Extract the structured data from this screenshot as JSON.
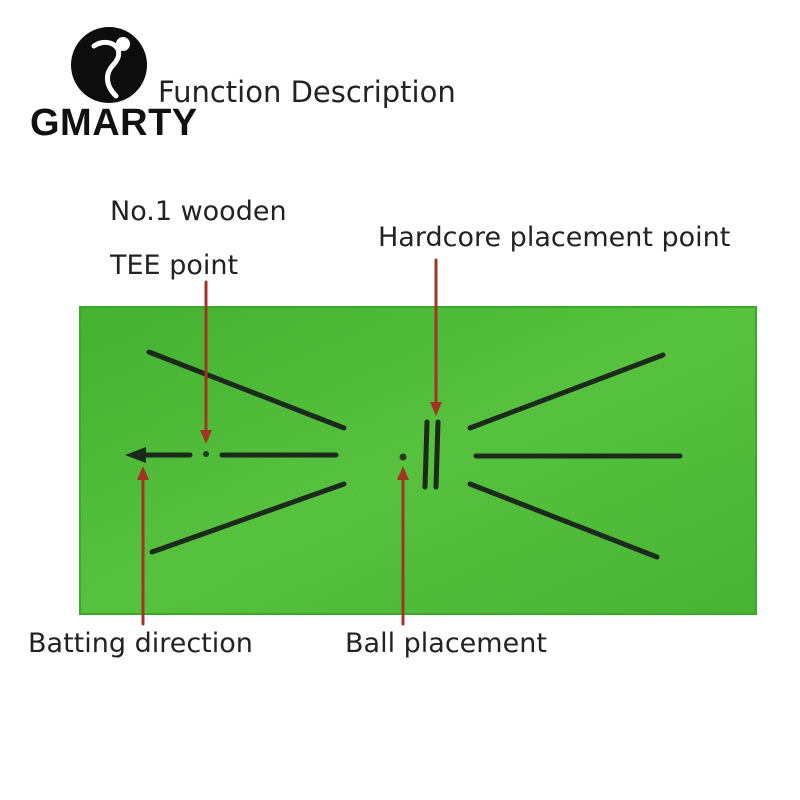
{
  "brand": {
    "name": "GMARTY"
  },
  "header": {
    "title": "Function Description"
  },
  "labels": {
    "tee_line1": "No.1 wooden",
    "tee_line2": "TEE point",
    "hardcore": "Hardcore placement point",
    "batting": "Batting direction",
    "ball": "Ball placement"
  },
  "colors": {
    "mat_green": "#4fc63a",
    "mat_line": "#1c2a1c",
    "pointer": "#a33424",
    "text": "#222222"
  }
}
